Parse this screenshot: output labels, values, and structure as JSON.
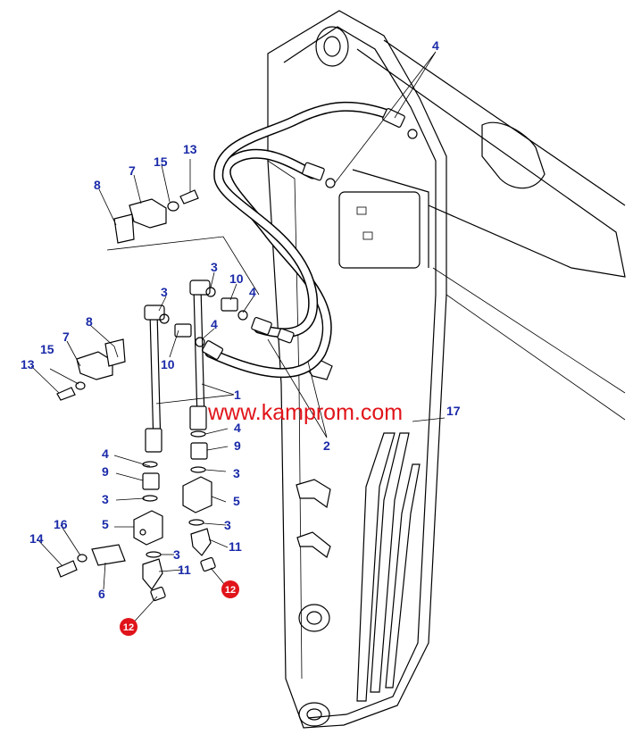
{
  "watermark": "www.kamprom.com",
  "callouts": {
    "c4_top": "4",
    "c13_a": "13",
    "c15_a": "15",
    "c7_a": "7",
    "c8_a": "8",
    "c3_a": "3",
    "c10_a": "10",
    "c4_b": "4",
    "c3_b": "3",
    "c4_c": "4",
    "c8_b": "8",
    "c7_b": "7",
    "c15_b": "15",
    "c13_b": "13",
    "c10_b": "10",
    "c1": "1",
    "c17": "17",
    "c2": "2",
    "c4_d": "4",
    "c9_a": "9",
    "c3_c": "3",
    "c5_a": "5",
    "c3_d": "3",
    "c11_a": "11",
    "c4_e": "4",
    "c9_b": "9",
    "c3_e": "3",
    "c5_b": "5",
    "c16": "16",
    "c14": "14",
    "c6": "6",
    "c3_f": "3",
    "c11_b": "11",
    "c12_a": "12",
    "c12_b": "12"
  },
  "colors": {
    "callout_blue": "#1a2aa8",
    "callout_red": "#e0141a",
    "watermark_red": "#e0141a"
  }
}
